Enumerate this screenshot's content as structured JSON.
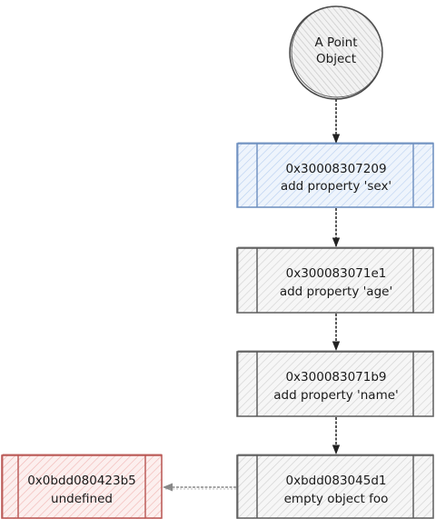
{
  "root": {
    "line1": "A Point",
    "line2": "Object"
  },
  "nodes": [
    {
      "address": "0x30008307209",
      "action": "add property 'sex'"
    },
    {
      "address": "0x300083071e1",
      "action": "add property 'age'"
    },
    {
      "address": "0x300083071b9",
      "action": "add property 'name'"
    },
    {
      "address": "0xbdd083045d1",
      "action": "empty object foo"
    }
  ],
  "side_node": {
    "address": "0x0bdd080423b5",
    "action": "undefined"
  },
  "colors": {
    "highlight_stroke": "#6c8ebf",
    "highlight_fill": "#dae8fc",
    "error_stroke": "#b85450",
    "error_fill": "#f8cecc",
    "default_stroke": "#555555",
    "default_fill": "#e6e6e6"
  }
}
